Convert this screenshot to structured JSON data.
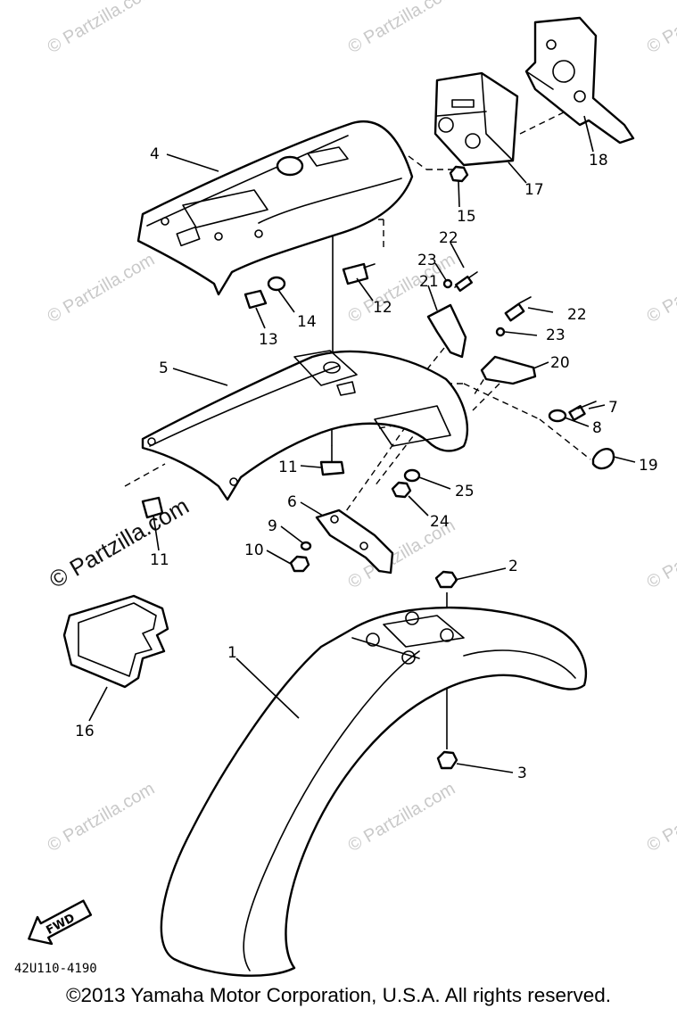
{
  "diagram_code": "42U110-4190",
  "fwd_label": "FWD",
  "copyright": "©2013 Yamaha Motor Corporation, U.S.A. All rights reserved.",
  "watermark": {
    "faint": "© Partzilla.com",
    "bold": "© Partzilla.com"
  },
  "callouts": {
    "p1": "1",
    "p2": "2",
    "p3": "3",
    "p4": "4",
    "p5": "5",
    "p6": "6",
    "p7": "7",
    "p8": "8",
    "p9": "9",
    "p10": "10",
    "p11a": "11",
    "p11b": "11",
    "p12": "12",
    "p13": "13",
    "p14": "14",
    "p15": "15",
    "p16": "16",
    "p17": "17",
    "p18": "18",
    "p19": "19",
    "p20": "20",
    "p21": "21",
    "p22a": "22",
    "p22b": "22",
    "p23a": "23",
    "p23b": "23",
    "p24": "24",
    "p25": "25"
  }
}
